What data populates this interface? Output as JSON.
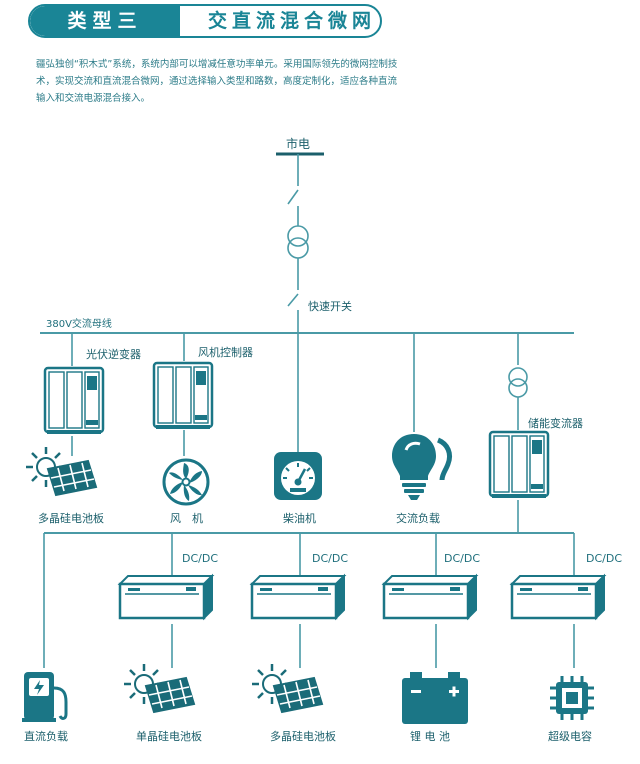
{
  "header": {
    "type_label": "类型三",
    "title": "交直流混合微网"
  },
  "intro_text": "疆弘独创“积木式”系统，系统内部可以增减任意功率单元。采用国际领先的微网控制技术，实现交流和直流混合微网，通过选择输入类型和路数，高度定制化，适应各种直流输入和交流电源混合接入。",
  "labels": {
    "grid": "市电",
    "fast_switch": "快速开关",
    "ac_bus": "380V交流母线",
    "pv_inverter": "光伏逆变器",
    "wind_controller": "风机控制器",
    "storage_converter": "储能变流器",
    "poly_pv_panel": "多晶硅电池板",
    "wind_turbine": "风　机",
    "diesel_generator": "柴油机",
    "ac_load": "交流负载",
    "dcdc": "DC/DC",
    "dc_load": "直流负载",
    "mono_pv_panel": "单晶硅电池板",
    "poly_pv_panel_2": "多晶硅电池板",
    "lithium_battery": "锂 电 池",
    "supercapacitor": "超级电容"
  },
  "colors": {
    "accent": "#1a8596",
    "line": "#4a9aa6",
    "cabinet": "#1b7686",
    "sun": "#1a6b78"
  }
}
